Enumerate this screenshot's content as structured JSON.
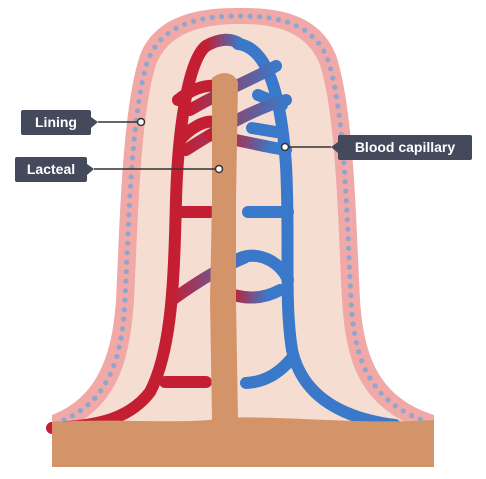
{
  "labels": {
    "lining": "Lining",
    "lacteal": "Lacteal",
    "blood_capillary": "Blood capillary"
  },
  "colors": {
    "label_bg": "#444a5c",
    "label_text": "#ffffff",
    "lining": "#f0a9a6",
    "lining_dots": "#8fa6cf",
    "interior": "#f6ddd2",
    "lacteal": "#d4946a",
    "artery_red": "#c41e33",
    "vein_blue": "#3a79c9",
    "leader_line": "#333333"
  },
  "icons": [
    "villus-diagram"
  ]
}
